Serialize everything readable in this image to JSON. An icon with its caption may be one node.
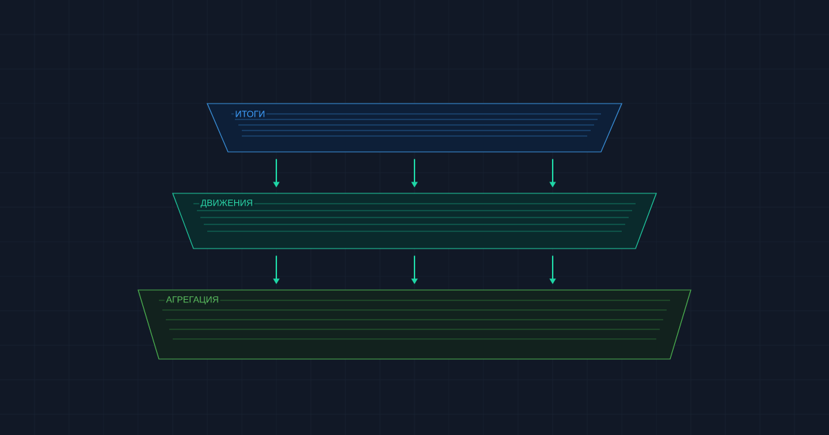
{
  "diagram": {
    "nodes": [
      {
        "text": [
          "ИТОГИ"
        ]
      },
      {
        "text": [
          "ДВИЖЕНИЯ"
        ]
      },
      {
        "text": [
          "АГРЕГАЦИЯ"
        ]
      }
    ],
    "edges": [
      {
        "from": 0,
        "to": 1,
        "arrow": "to"
      },
      {
        "from": 0,
        "to": 1,
        "arrow": "to"
      },
      {
        "from": 0,
        "to": 1,
        "arrow": "to"
      },
      {
        "from": 1,
        "to": 2,
        "arrow": "to"
      },
      {
        "from": 1,
        "to": 2,
        "arrow": "to"
      },
      {
        "from": 1,
        "to": 2,
        "arrow": "to"
      }
    ]
  }
}
